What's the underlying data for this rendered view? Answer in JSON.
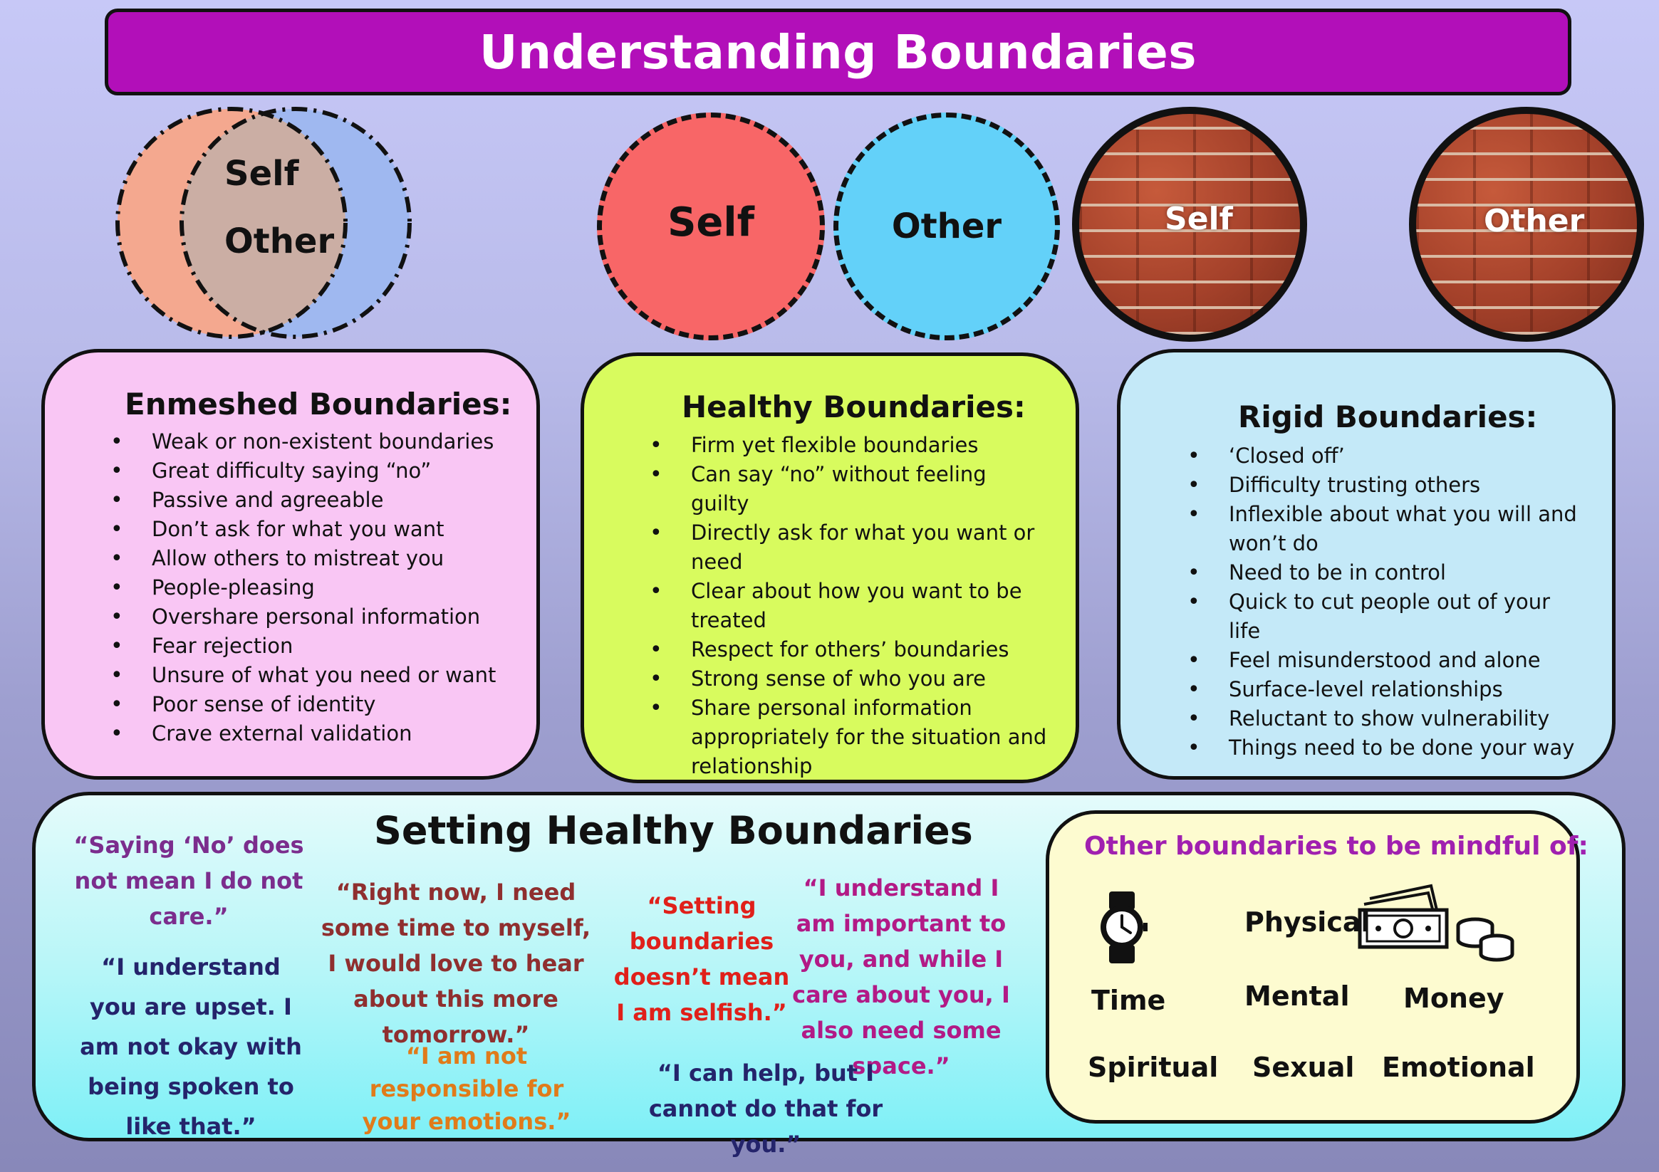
{
  "title": "Understanding Boundaries",
  "circles": {
    "enmeshed": {
      "self": "Self",
      "other": "Other"
    },
    "healthy": {
      "self": "Self",
      "other": "Other"
    },
    "rigid": {
      "self": "Self",
      "other": "Other"
    }
  },
  "colors": {
    "banner": "#b20fb9",
    "enmeshed_box": "#f9c6f4",
    "healthy_box": "#d8fb5e",
    "rigid_box": "#c4e9f8",
    "self_circle": "#f86667",
    "other_circle": "#63d1f9",
    "enmeshed_self": "#f4a88f",
    "enmeshed_other": "#9fb8f0",
    "enmeshed_overlap": "#cbaea4",
    "quote_purple": "#7b2d8d",
    "quote_navy": "#24246b",
    "quote_brown": "#8f2f2f",
    "quote_orange": "#e07b1a",
    "quote_red": "#e0201a",
    "quote_magenta": "#b21a86",
    "mindful_title": "#a020b0"
  },
  "enmeshed": {
    "title": "Enmeshed Boundaries:",
    "items": [
      "Weak or non-existent boundaries",
      "Great difficulty saying “no”",
      "Passive and agreeable",
      "Don’t ask for what you want",
      "Allow others to mistreat you",
      "People-pleasing",
      "Overshare personal information",
      "Fear rejection",
      "Unsure of what you need or want",
      "Poor sense of identity",
      "Crave external validation"
    ]
  },
  "healthy": {
    "title": "Healthy Boundaries:",
    "items": [
      "Firm yet flexible boundaries",
      "Can say “no” without feeling guilty",
      "Directly ask for what you want or need",
      "Clear about how you want to be treated",
      "Respect for others’ boundaries",
      "Strong sense of who you are",
      "Share personal information appropriately for the situation and relationship"
    ]
  },
  "rigid": {
    "title": "Rigid Boundaries:",
    "items": [
      "‘Closed off’",
      "Difficulty trusting others",
      "Inflexible about what you will and won’t do",
      "Need to be in control",
      "Quick to cut people out of your life",
      "Feel misunderstood and alone",
      "Surface-level relationships",
      "Reluctant to show vulnerability",
      "Things need to be done your way"
    ]
  },
  "setting": {
    "title": "Setting Healthy Boundaries",
    "quotes": {
      "q1": "“Saying ‘No’ does not mean I do not care.”",
      "q2": "“I understand you are upset. I am not okay with being spoken to like that.”",
      "q3": "“Right now, I need some time to myself, I would love to hear about this more tomorrow.”",
      "q4": "“I am not responsible for your emotions.”",
      "q5": "“Setting boundaries doesn’t mean I am selfish.”",
      "q6": "“I understand I am important to you, and while I care about you, I also need some space.”",
      "q7": "“I can help, but I cannot do that for you.”"
    }
  },
  "mindful": {
    "title": "Other boundaries to be mindful of:",
    "categories": {
      "time": "Time",
      "physical": "Physical",
      "mental": "Mental",
      "money": "Money",
      "spiritual": "Spiritual",
      "sexual": "Sexual",
      "emotional": "Emotional"
    },
    "icons": [
      "watch-icon",
      "banknote-icon",
      "coins-icon"
    ]
  }
}
